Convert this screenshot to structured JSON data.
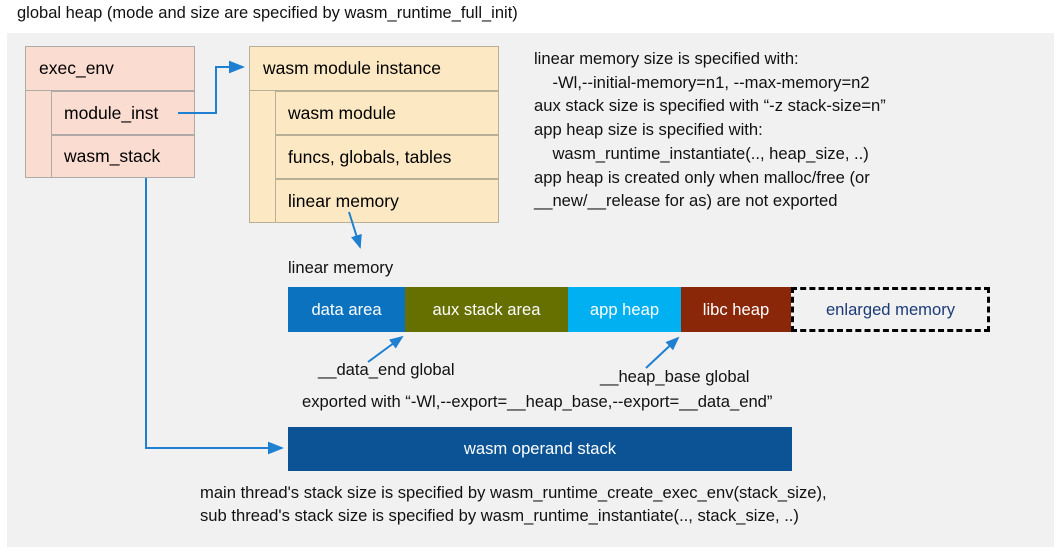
{
  "title": "global heap (mode and size are specified by wasm_runtime_full_init)",
  "exec_env": {
    "header": "exec_env",
    "fields": [
      "module_inst",
      "wasm_stack"
    ]
  },
  "module_instance": {
    "header": "wasm module instance",
    "fields": [
      "wasm module",
      "funcs, globals, tables",
      "linear memory"
    ]
  },
  "notes": {
    "text": "linear memory size is specified with:\n    -Wl,--initial-memory=n1, --max-memory=n2\naux stack size is specified with “-z stack-size=n”\napp heap size is specified with:\n    wasm_runtime_instantiate(.., heap_size, ..)\napp heap is created only when malloc/free (or\n__new/__release for as) are not exported"
  },
  "linear_memory": {
    "caption": "linear memory",
    "segments": [
      {
        "label": "data area",
        "color": "#0b72c0",
        "text_color": "#ffffff",
        "style": "solid"
      },
      {
        "label": "aux stack area",
        "color": "#667000",
        "text_color": "#ffffff",
        "style": "solid"
      },
      {
        "label": "app heap",
        "color": "#00b0f0",
        "text_color": "#ffffff",
        "style": "solid"
      },
      {
        "label": "libc heap",
        "color": "#8a2708",
        "text_color": "#ffffff",
        "style": "solid"
      },
      {
        "label": "enlarged memory",
        "color": "#f1f1f1",
        "text_color": "#1b3a78",
        "style": "dashed"
      }
    ]
  },
  "annotations": {
    "data_end": "__data_end global",
    "heap_base": "__heap_base global",
    "exported_with": "exported with “-Wl,--export=__heap_base,--export=__data_end”"
  },
  "operand_stack": {
    "label": "wasm operand stack",
    "color": "#0b5394"
  },
  "footer": {
    "text": "main thread's stack size is specified by wasm_runtime_create_exec_env(stack_size),\nsub thread's stack size is specified by wasm_runtime_instantiate(.., stack_size, ..)"
  },
  "colors": {
    "background": "#f1f1f1",
    "arrow": "#1f7fd0",
    "pink": "#fbdcd0",
    "cream": "#fce8c3"
  }
}
